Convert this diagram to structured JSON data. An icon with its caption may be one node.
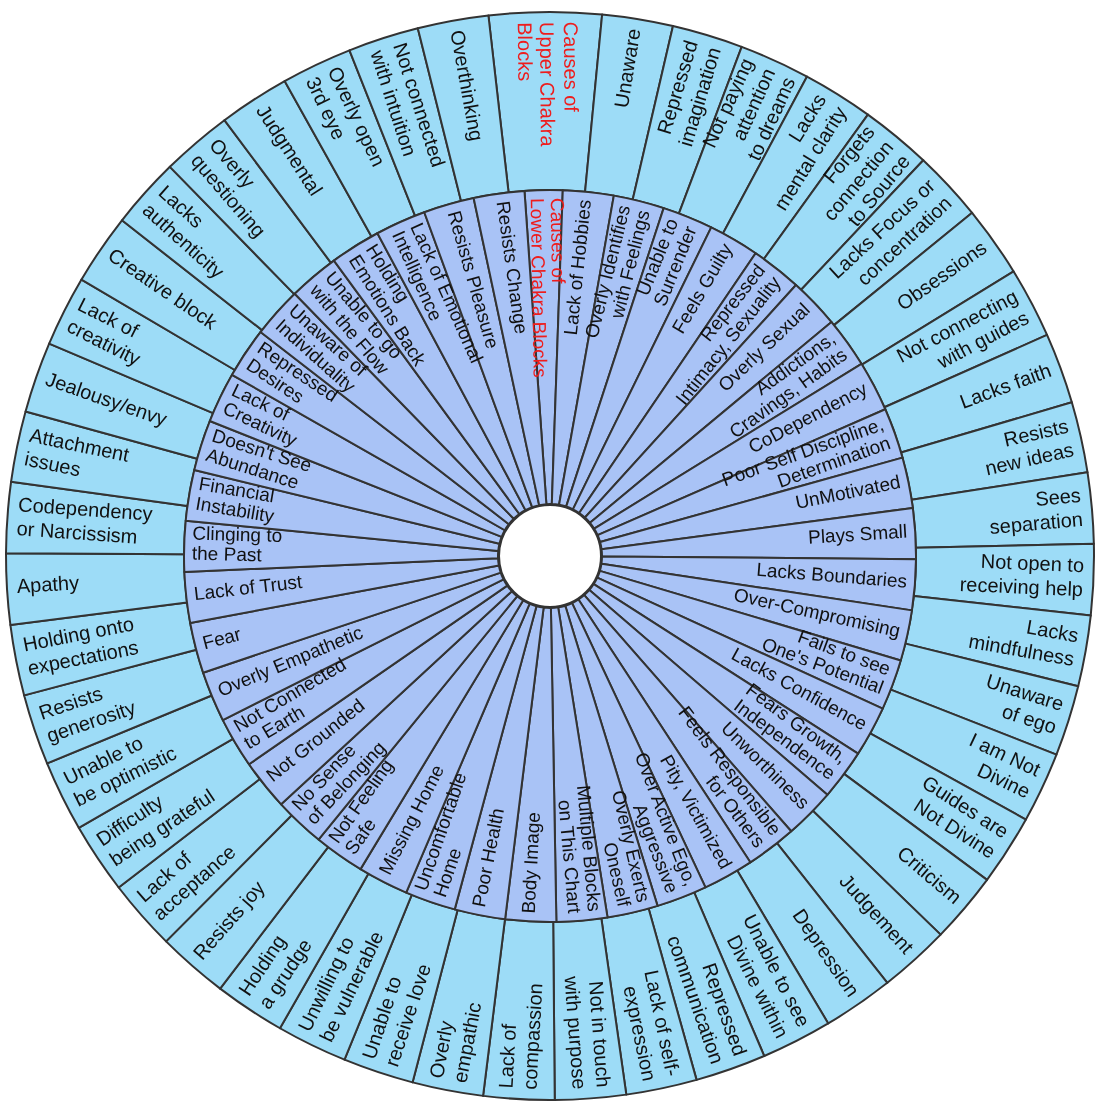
{
  "diagram": {
    "nodes": [
      {
        "text": [
          "Causes of Upper Chakra Blocks"
        ]
      },
      {
        "text": [
          "Unaware"
        ]
      },
      {
        "text": [
          "Repressed imagination"
        ]
      },
      {
        "text": [
          "Not paying attention to dreams"
        ]
      },
      {
        "text": [
          "Lacks mental clarity"
        ]
      },
      {
        "text": [
          "Forgets connection to Source"
        ]
      },
      {
        "text": [
          "Lacks Focus or concentration"
        ]
      },
      {
        "text": [
          "Obsessions"
        ]
      },
      {
        "text": [
          "Not connecting with guides"
        ]
      },
      {
        "text": [
          "Lacks faith"
        ]
      },
      {
        "text": [
          "Resists new ideas"
        ]
      },
      {
        "text": [
          "Sees separation"
        ]
      },
      {
        "text": [
          "Not open to receiving help"
        ]
      },
      {
        "text": [
          "Lacks mindfulness"
        ]
      },
      {
        "text": [
          "Unaware of ego"
        ]
      },
      {
        "text": [
          "I am Not Divine"
        ]
      },
      {
        "text": [
          "Guides are Not Divine"
        ]
      },
      {
        "text": [
          "Criticism"
        ]
      },
      {
        "text": [
          "Judgement"
        ]
      },
      {
        "text": [
          "Depression"
        ]
      },
      {
        "text": [
          "Unable to see Divine within"
        ]
      },
      {
        "text": [
          "Repressed communication"
        ]
      },
      {
        "text": [
          "Lack of self-expression"
        ]
      },
      {
        "text": [
          "Not in touch with purpose"
        ]
      },
      {
        "text": [
          "Lack of compassion"
        ]
      },
      {
        "text": [
          "Overly empathic"
        ]
      },
      {
        "text": [
          "Unable to receive love"
        ]
      },
      {
        "text": [
          "Unwilling to be vulnerable"
        ]
      },
      {
        "text": [
          "Holding a grudge"
        ]
      },
      {
        "text": [
          "Resists joy"
        ]
      },
      {
        "text": [
          "Lack of acceptance"
        ]
      },
      {
        "text": [
          "Difficulty being grateful"
        ]
      },
      {
        "text": [
          "Unable to be optimistic"
        ]
      },
      {
        "text": [
          "Resists generosity"
        ]
      },
      {
        "text": [
          "Holding onto expectations"
        ]
      },
      {
        "text": [
          "Apathy"
        ]
      },
      {
        "text": [
          "Codependency or Narcissism"
        ]
      },
      {
        "text": [
          "Attachment issues"
        ]
      },
      {
        "text": [
          "Jealousy/envy"
        ]
      },
      {
        "text": [
          "Lack of creativity"
        ]
      },
      {
        "text": [
          "Creative block"
        ]
      },
      {
        "text": [
          "Lacks authenticity"
        ]
      },
      {
        "text": [
          "Overly questioning"
        ]
      },
      {
        "text": [
          "Judgmental"
        ]
      },
      {
        "text": [
          "Overly open 3rd eye"
        ]
      },
      {
        "text": [
          "Not connected with intuition"
        ]
      },
      {
        "text": [
          "Overthinking"
        ]
      },
      {
        "text": [
          "Causes of Lower Chakra Blocks"
        ]
      },
      {
        "text": [
          "Lack of Hobbies"
        ]
      },
      {
        "text": [
          "Overly Identifies with Feelings"
        ]
      },
      {
        "text": [
          "Unable to Surrender"
        ]
      },
      {
        "text": [
          "Feels Guilty"
        ]
      },
      {
        "text": [
          "Repressed Intimacy, Sexuality"
        ]
      },
      {
        "text": [
          "Overly Sexual"
        ]
      },
      {
        "text": [
          "Addictions, Cravings, Habits"
        ]
      },
      {
        "text": [
          "CoDependency"
        ]
      },
      {
        "text": [
          "Poor Self Discipline, Determination"
        ]
      },
      {
        "text": [
          "UnMotivated"
        ]
      },
      {
        "text": [
          "Plays Small"
        ]
      },
      {
        "text": [
          "Lacks Boundaries"
        ]
      },
      {
        "text": [
          "Over-Compromising"
        ]
      },
      {
        "text": [
          "Fails to see One's Potential"
        ]
      },
      {
        "text": [
          "Lacks Confidence"
        ]
      },
      {
        "text": [
          "Fears Growth, Independence"
        ]
      },
      {
        "text": [
          "Unworthiness"
        ]
      },
      {
        "text": [
          "Feels Responsible for Others"
        ]
      },
      {
        "text": [
          "Pity, Victimized"
        ]
      },
      {
        "text": [
          "Over Active Ego, Aggressive"
        ]
      },
      {
        "text": [
          "Overly Exerts Oneself"
        ]
      },
      {
        "text": [
          "Multiple Blocks on This Chart"
        ]
      },
      {
        "text": [
          "Body Image"
        ]
      },
      {
        "text": [
          "Poor Health"
        ]
      },
      {
        "text": [
          "Uncomfortable Home"
        ]
      },
      {
        "text": [
          "Missing Home"
        ]
      },
      {
        "text": [
          "Not Feeling Safe"
        ]
      },
      {
        "text": [
          "No Sense of Belonging"
        ]
      },
      {
        "text": [
          "Not Grounded"
        ]
      },
      {
        "text": [
          "Not Connected to Earth"
        ]
      },
      {
        "text": [
          "Overly Empathetic"
        ]
      },
      {
        "text": [
          "Fear"
        ]
      },
      {
        "text": [
          "Lack of Trust"
        ]
      },
      {
        "text": [
          "Clinging to the Past"
        ]
      },
      {
        "text": [
          "Financial Instability"
        ]
      },
      {
        "text": [
          "Doesn't See Abundance"
        ]
      },
      {
        "text": [
          "Lack of Creativity"
        ]
      },
      {
        "text": [
          "Repressed Desires"
        ]
      },
      {
        "text": [
          "Unaware of Individuality"
        ]
      },
      {
        "text": [
          "Unable to go with the Flow"
        ]
      },
      {
        "text": [
          "Holding Emotions Back"
        ]
      },
      {
        "text": [
          "Lack of Emotional Intelligence"
        ]
      },
      {
        "text": [
          "Resists Pleasure"
        ]
      },
      {
        "text": [
          "Resists Change"
        ]
      }
    ]
  }
}
